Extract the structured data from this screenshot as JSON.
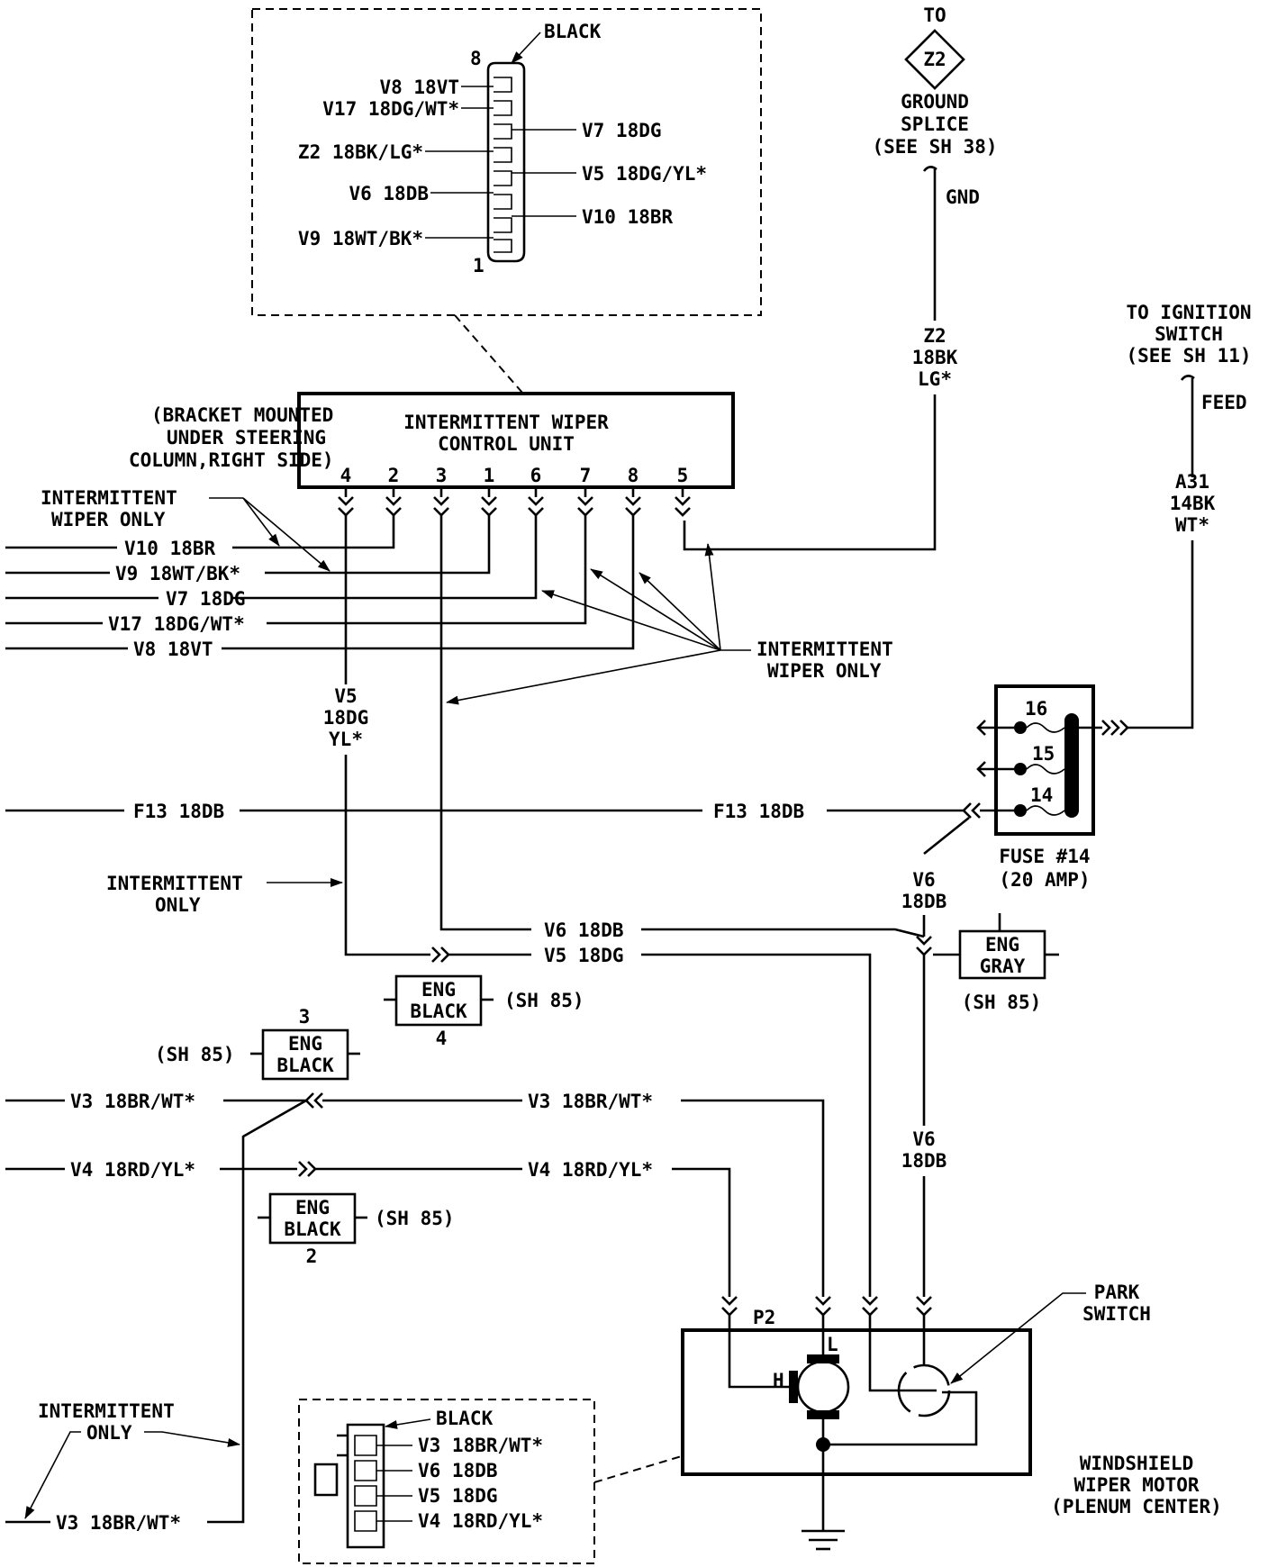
{
  "top_connector": {
    "color": "BLACK",
    "pin_top": "8",
    "pin_bottom": "1",
    "left_wires": [
      "V8 18VT",
      "V17 18DG/WT*",
      "Z2 18BK/LG*",
      "V6 18DB",
      "V9 18WT/BK*"
    ],
    "right_wires": [
      "V7 18DG",
      "V5 18DG/YL*",
      "V10 18BR"
    ]
  },
  "ground": {
    "to": "TO",
    "splice_id": "Z2",
    "lines": [
      "GROUND",
      "SPLICE",
      "(SEE SH 38)"
    ],
    "gnd": "GND",
    "wire": [
      "Z2",
      "18BK",
      "LG*"
    ]
  },
  "ignition": {
    "lines": [
      "TO IGNITION",
      "SWITCH",
      "(SEE SH 11)"
    ],
    "feed": "FEED",
    "wire": [
      "A31",
      "14BK",
      "WT*"
    ]
  },
  "control_unit": {
    "mount": [
      "(BRACKET MOUNTED",
      "UNDER STEERING",
      "COLUMN,RIGHT SIDE)"
    ],
    "title": [
      "INTERMITTENT WIPER",
      "CONTROL UNIT"
    ],
    "pins": [
      "4",
      "2",
      "3",
      "1",
      "6",
      "7",
      "8",
      "5"
    ]
  },
  "left_wires": {
    "note": [
      "INTERMITTENT",
      "WIPER ONLY"
    ],
    "v10": "V10 18BR",
    "v9": "V9 18WT/BK*",
    "v7": "V7 18DG",
    "v17": "V17 18DG/WT*",
    "v8": "V8 18VT"
  },
  "right_note": [
    "INTERMITTENT",
    "WIPER ONLY"
  ],
  "v5_vertical": [
    "V5",
    "18DG",
    "YL*"
  ],
  "f13_left": "F13 18DB",
  "f13_right": "F13 18DB",
  "fuse": {
    "slots": [
      "16",
      "15",
      "14"
    ],
    "label": [
      "FUSE #14",
      "(20 AMP)"
    ]
  },
  "v6_fuse": [
    "V6",
    "18DB"
  ],
  "intermittent_only_mid": [
    "INTERMITTENT",
    "ONLY"
  ],
  "v6_horiz": "V6 18DB",
  "v5_horiz": "V5 18DG",
  "eng_gray": {
    "lines": [
      "ENG",
      "GRAY"
    ],
    "ref": "(SH 85)"
  },
  "eng_black_4": {
    "lines": [
      "ENG",
      "BLACK"
    ],
    "num": "4",
    "ref": "(SH 85)"
  },
  "eng_black_3": {
    "lines": [
      "ENG",
      "BLACK"
    ],
    "num": "3",
    "ref": "(SH 85)"
  },
  "eng_black_2": {
    "lines": [
      "ENG",
      "BLACK"
    ],
    "num": "2",
    "ref": "(SH 85)"
  },
  "v3_left": "V3 18BR/WT*",
  "v3_right": "V3 18BR/WT*",
  "v4_left": "V4 18RD/YL*",
  "v4_right": "V4 18RD/YL*",
  "v6_motor": [
    "V6",
    "18DB"
  ],
  "park_switch": [
    "PARK",
    "SWITCH"
  ],
  "motor": {
    "p2": "P2",
    "h": "H",
    "l": "L",
    "label": [
      "WINDSHIELD",
      "WIPER MOTOR",
      "(PLENUM CENTER)"
    ]
  },
  "intermittent_only_bottom": [
    "INTERMITTENT",
    "ONLY"
  ],
  "v3_bottom": "V3 18BR/WT*",
  "bottom_connector": {
    "color": "BLACK",
    "wires": [
      "V3 18BR/WT*",
      "V6 18DB",
      "V5 18DG",
      "V4 18RD/YL*"
    ]
  }
}
